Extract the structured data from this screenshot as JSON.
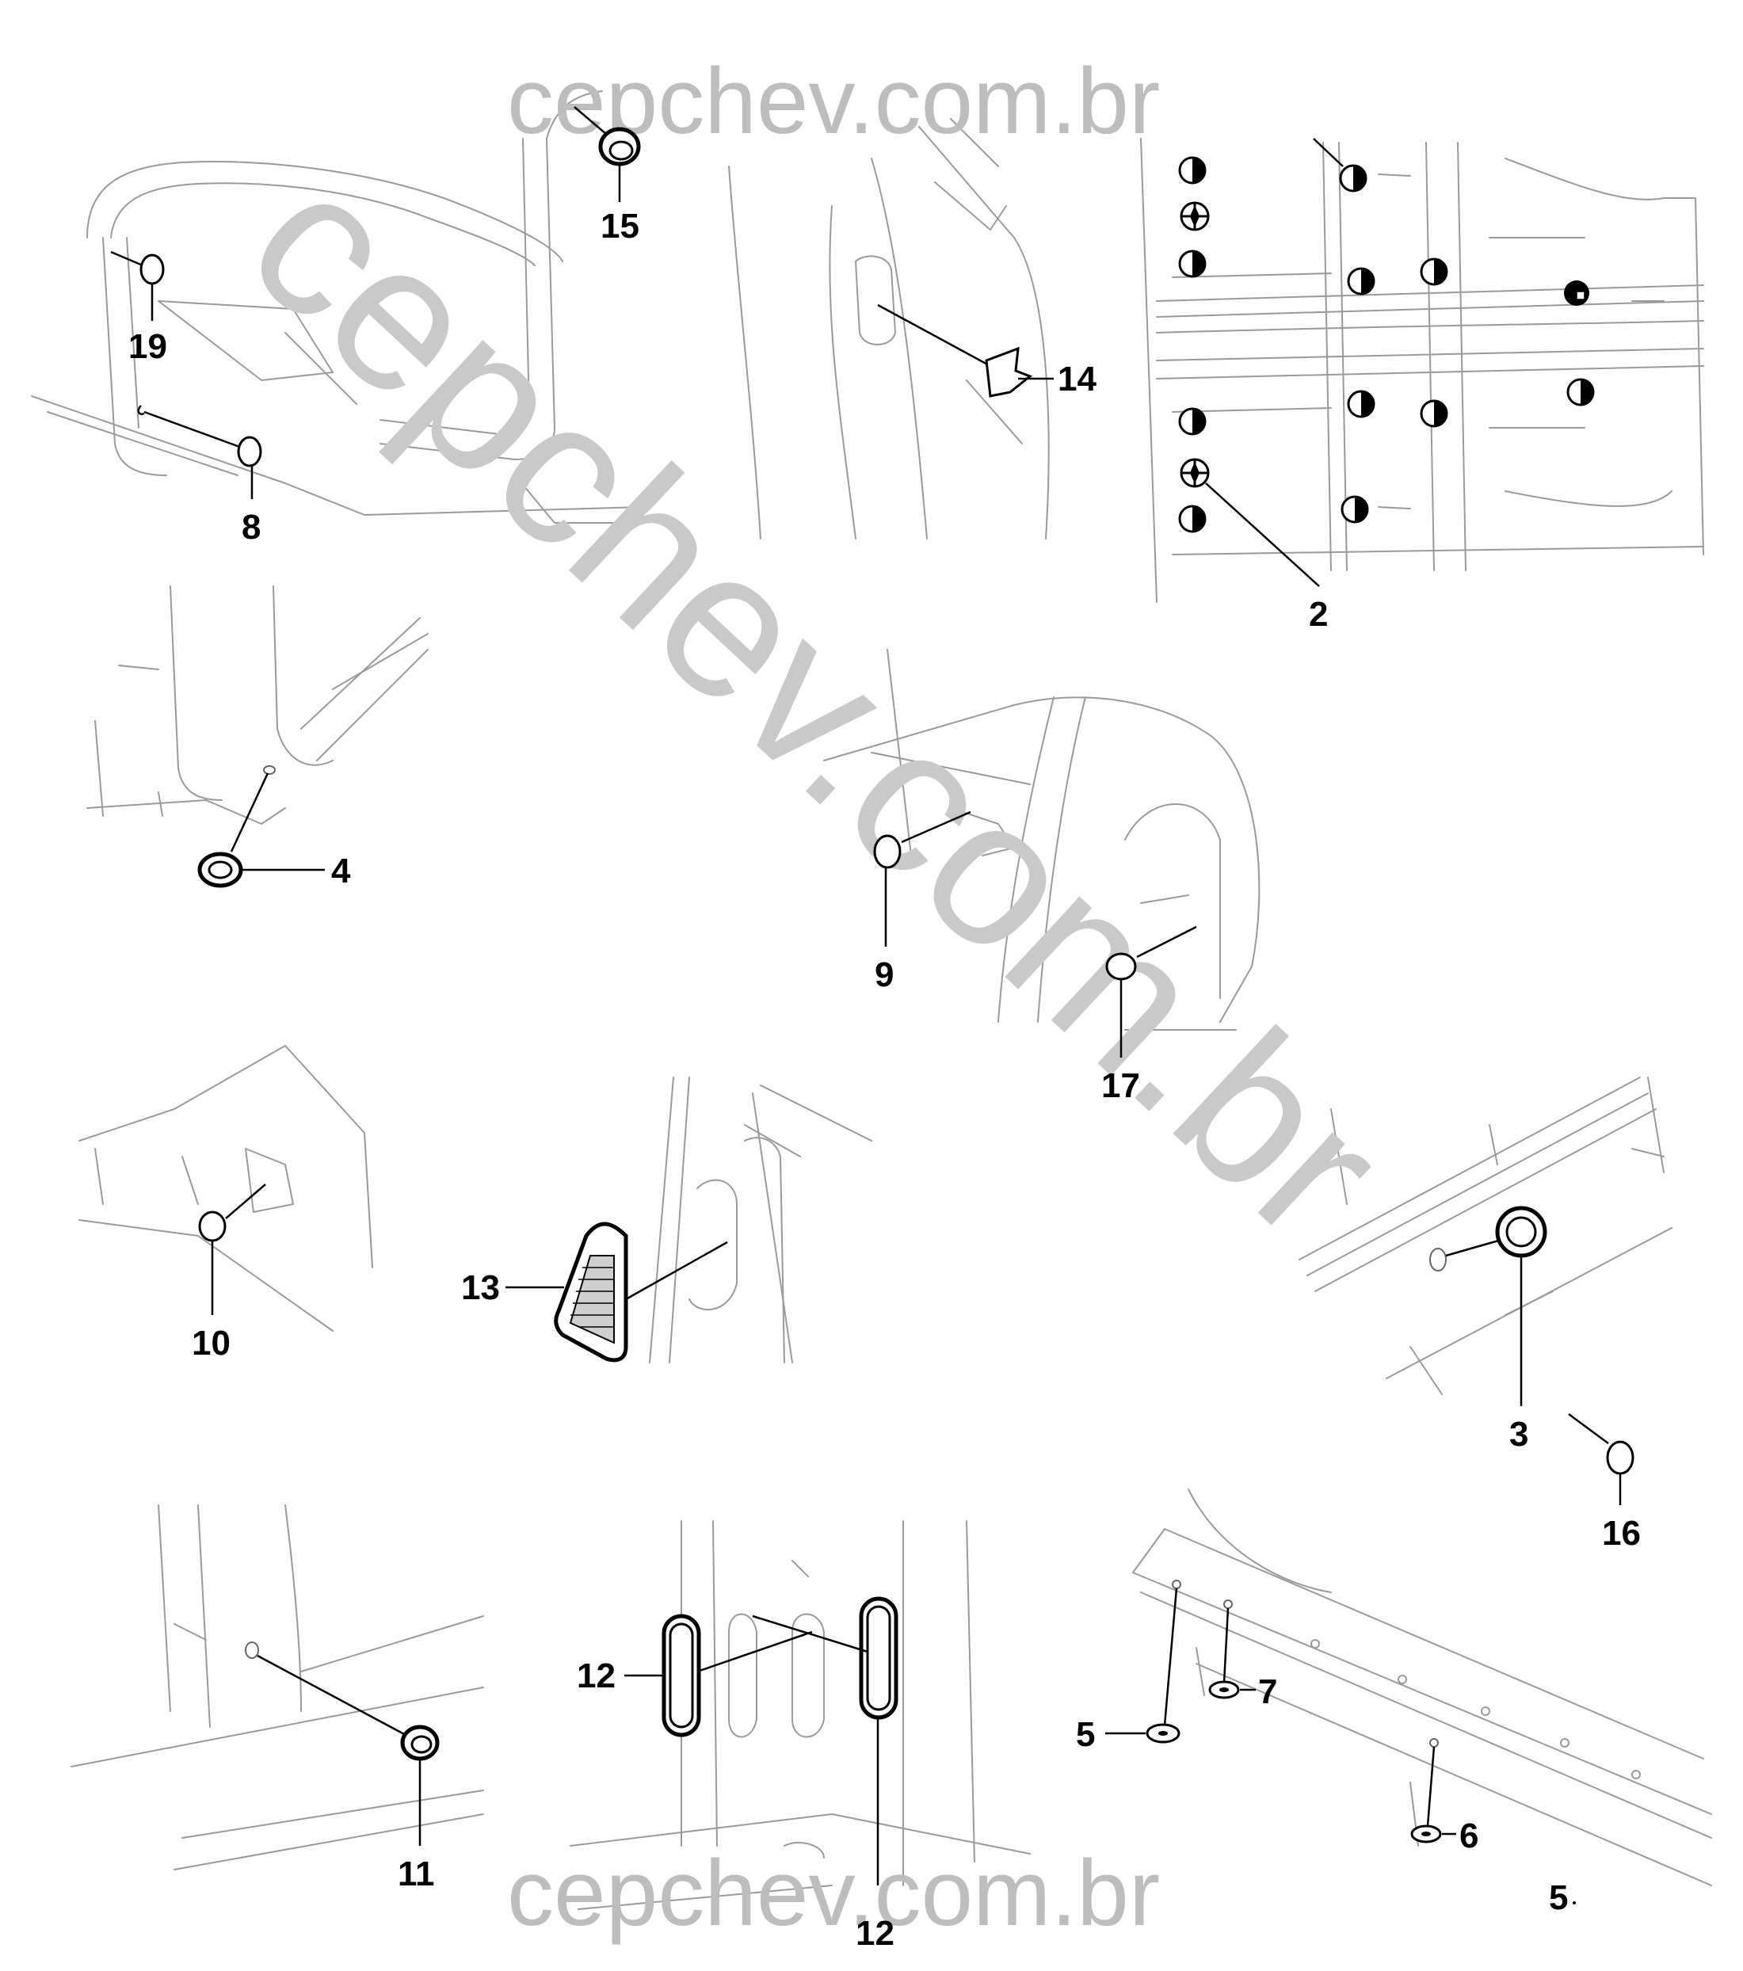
{
  "watermarks": {
    "top": "cepchev.com.br",
    "diagonal": "cepchev.com.br",
    "bottom": "cepchev.com.br"
  },
  "callouts": {
    "c15": "15",
    "c19": "19",
    "c8": "8",
    "c14": "14",
    "c2": "2",
    "c4": "4",
    "c9": "9",
    "c17": "17",
    "c10": "10",
    "c13": "13",
    "c3": "3",
    "c16": "16",
    "c11": "11",
    "c12a": "12",
    "c12b": "12",
    "c7": "7",
    "c5": "5",
    "c6": "6"
  },
  "page_number": "5"
}
